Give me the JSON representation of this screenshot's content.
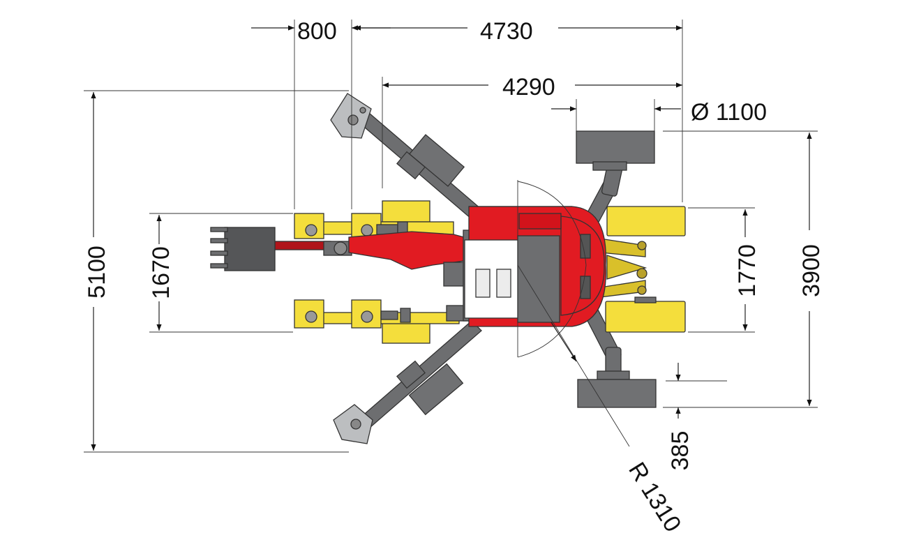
{
  "dimensions": {
    "top_800": "800",
    "top_4730": "4730",
    "top_4290": "4290",
    "diameter": "Ø 1100",
    "left_5100": "5100",
    "left_1670": "1670",
    "right_1770": "1770",
    "right_3900": "3900",
    "bottom_385": "385",
    "radius": "R 1310"
  },
  "colors": {
    "body_red": "#e11b22",
    "dark_red": "#b0141a",
    "yellow": "#f4de3c",
    "dark_yellow": "#d9c02a",
    "gray": "#6d6e70",
    "dark_gray": "#555658",
    "light_gray": "#bcbec0",
    "pad_gray": "#707173"
  }
}
